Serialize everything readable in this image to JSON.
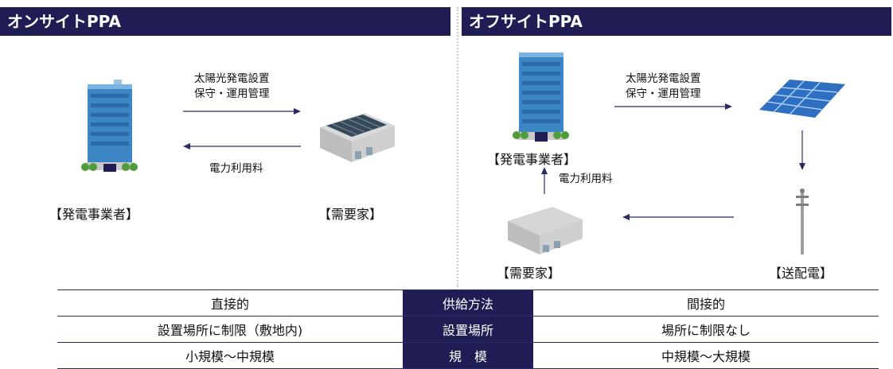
{
  "onsite": {
    "title": "オンサイトPPA",
    "arrow_top_label_line1": "太陽光発電設置",
    "arrow_top_label_line2": "保守・運用管理",
    "arrow_bottom_label": "電力利用料",
    "generator_label": "【発電事業者】",
    "consumer_label": "【需要家】"
  },
  "offsite": {
    "title": "オフサイトPPA",
    "arrow_top_label_line1": "太陽光発電設置",
    "arrow_top_label_line2": "保守・運用管理",
    "arrow_up_label": "電力利用料",
    "generator_label": "【発電事業者】",
    "consumer_label": "【需要家】",
    "grid_label": "【送配電】"
  },
  "comparison": {
    "rows": [
      {
        "left": "直接的",
        "middle": "供給方法",
        "right": "間接的"
      },
      {
        "left": "設置場所に制限（敷地内)",
        "middle": "設置場所",
        "right": "場所に制限なし"
      },
      {
        "left": "小規模～中規模",
        "middle": "規　模",
        "right": "中規模～大規模"
      }
    ]
  },
  "colors": {
    "header_bg": "#1f1d54",
    "arrow": "#2b2a66",
    "building": "#3d86c6",
    "panel": "#2f6fc2"
  },
  "icons": [
    "office-building-icon",
    "factory-with-solar-icon",
    "solar-panel-icon",
    "transmission-pole-icon"
  ]
}
